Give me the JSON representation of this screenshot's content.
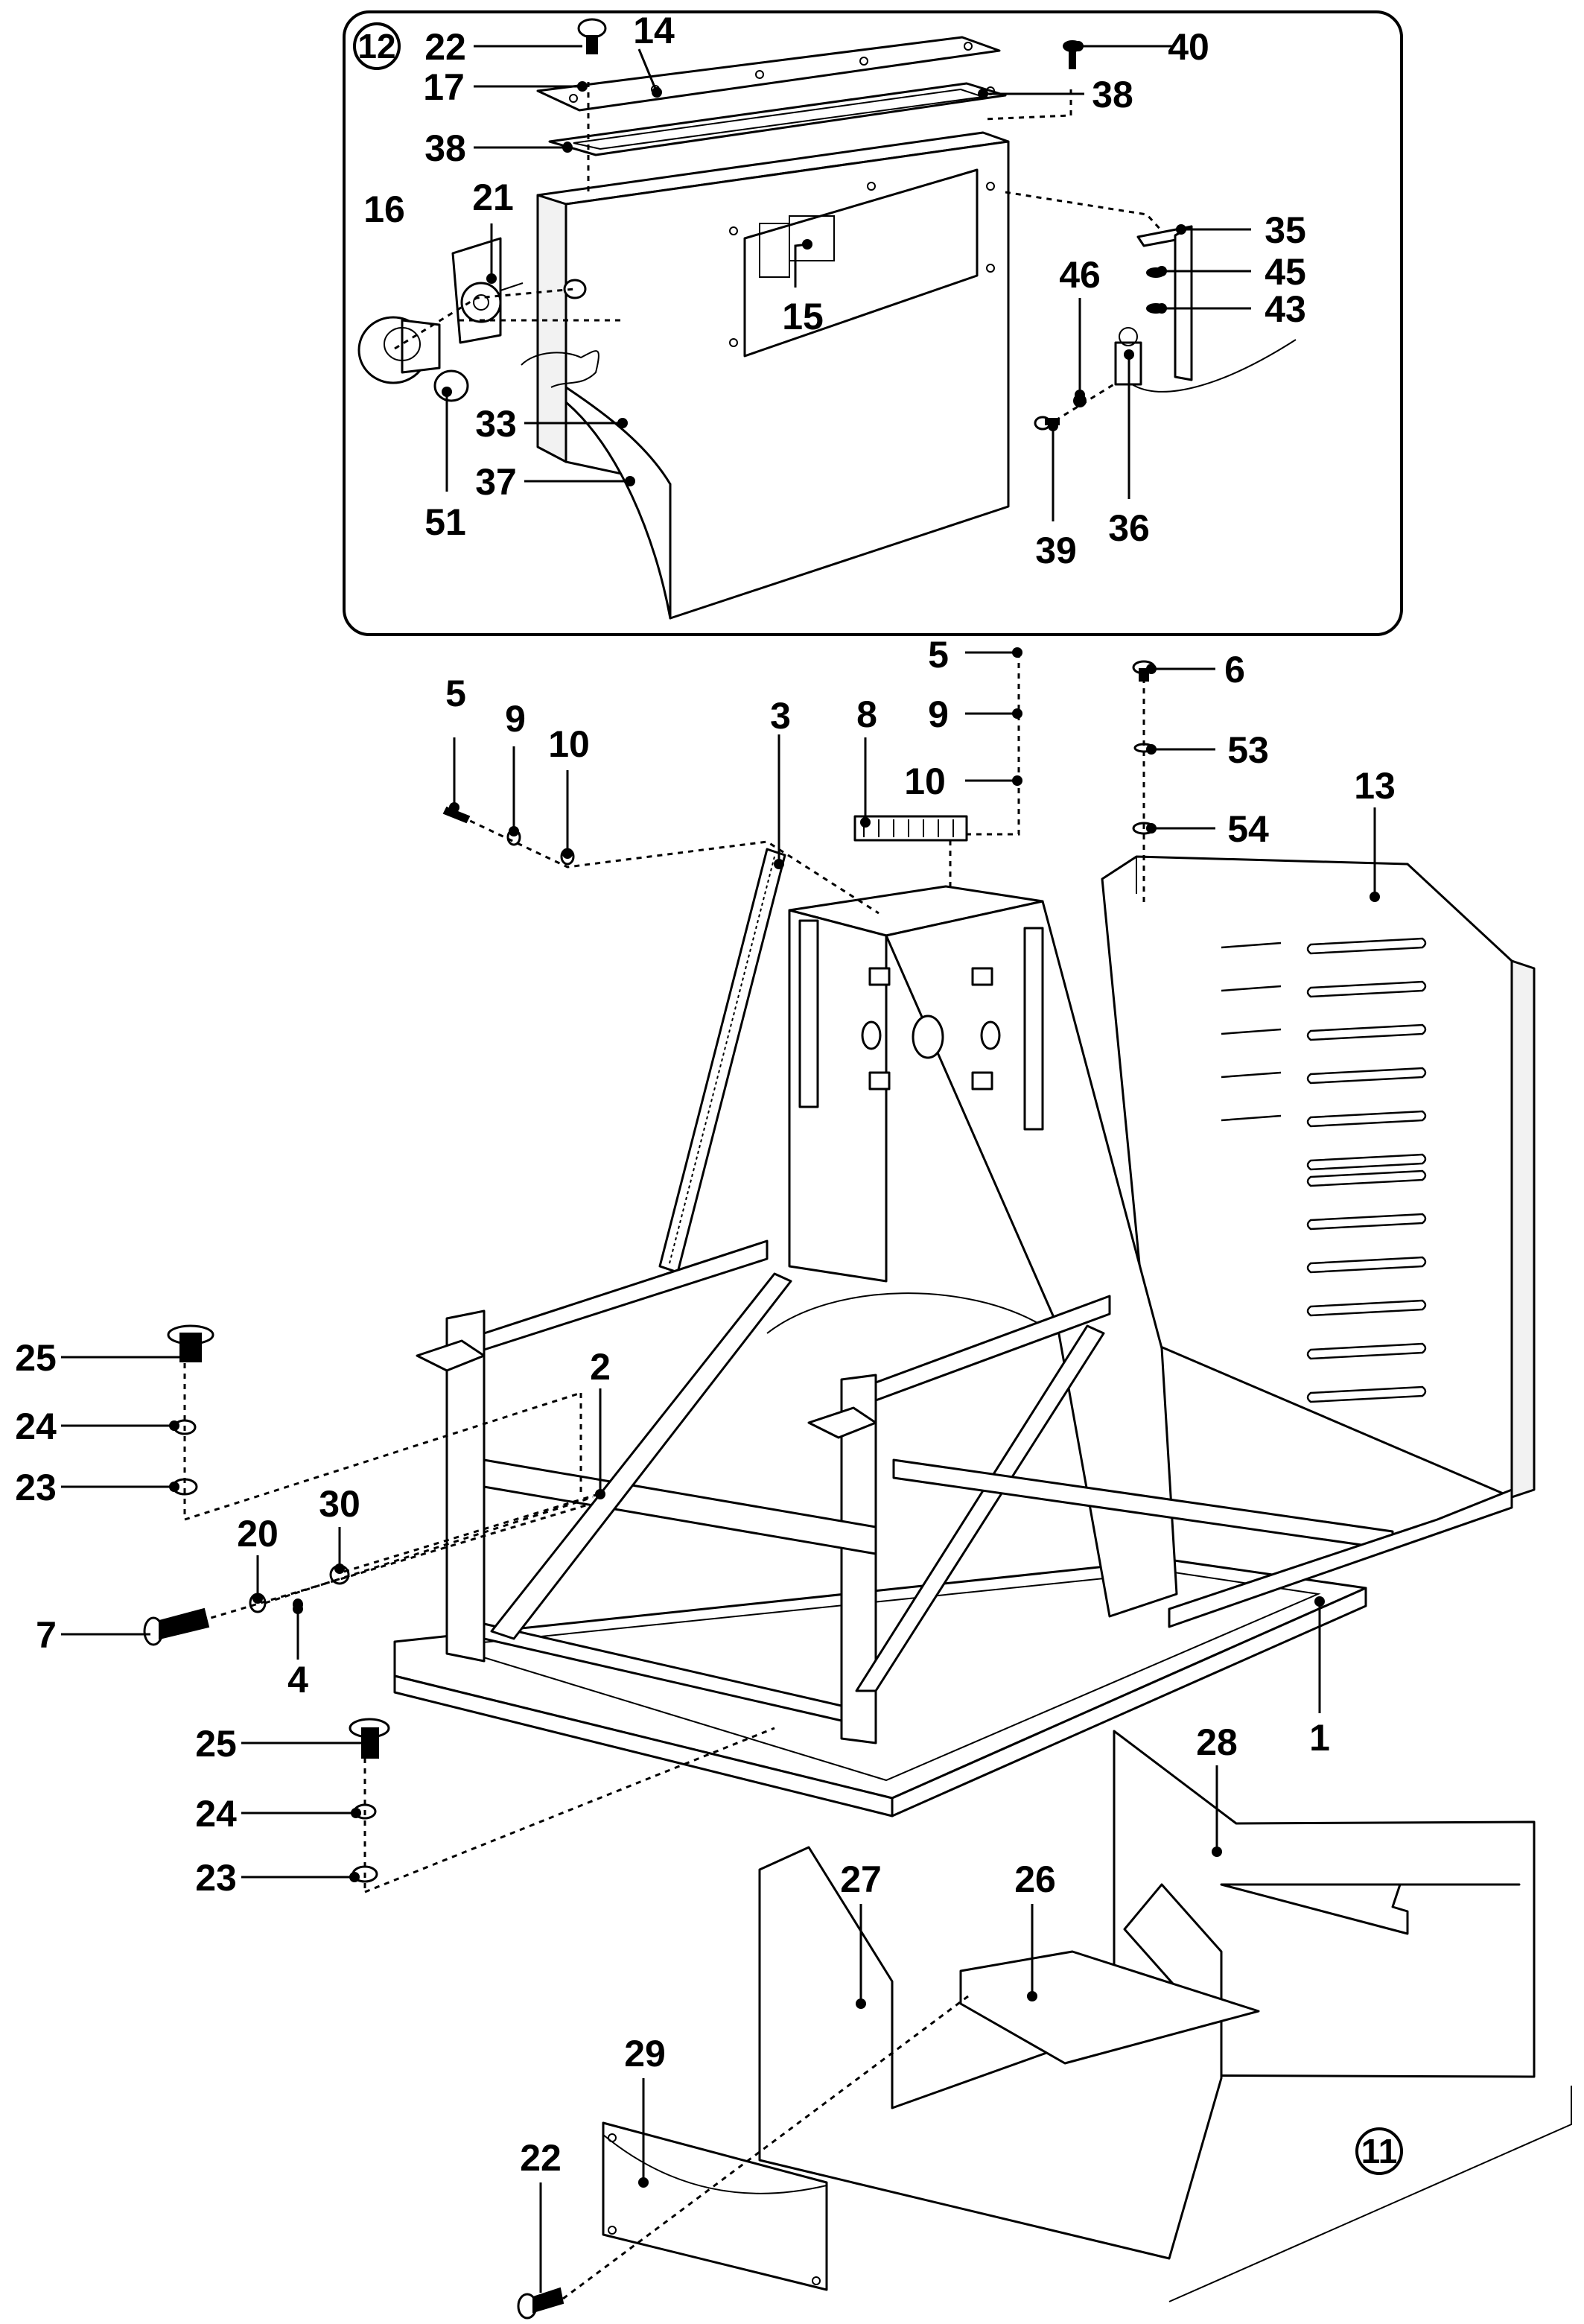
{
  "callouts": {
    "c12": "12",
    "c22a": "22",
    "c14": "14",
    "c40": "40",
    "c17": "17",
    "c38a": "38",
    "c38b": "38",
    "c21": "21",
    "c16": "16",
    "c35": "35",
    "c45": "45",
    "c46": "46",
    "c43": "43",
    "c15": "15",
    "c33": "33",
    "c37": "37",
    "c51": "51",
    "c39": "39",
    "c36": "36",
    "c5a": "5",
    "c9a": "9",
    "c10a": "10",
    "c6": "6",
    "c53": "53",
    "c54": "54",
    "c5b": "5",
    "c9b": "9",
    "c10b": "10",
    "c3": "3",
    "c8": "8",
    "c13": "13",
    "c25a": "25",
    "c24a": "24",
    "c23a": "23",
    "c2": "2",
    "c20": "20",
    "c30": "30",
    "c7": "7",
    "c4": "4",
    "c25b": "25",
    "c24b": "24",
    "c23b": "23",
    "c1": "1",
    "c28": "28",
    "c27": "27",
    "c26": "26",
    "c29": "29",
    "c22b": "22",
    "c11": "11"
  }
}
